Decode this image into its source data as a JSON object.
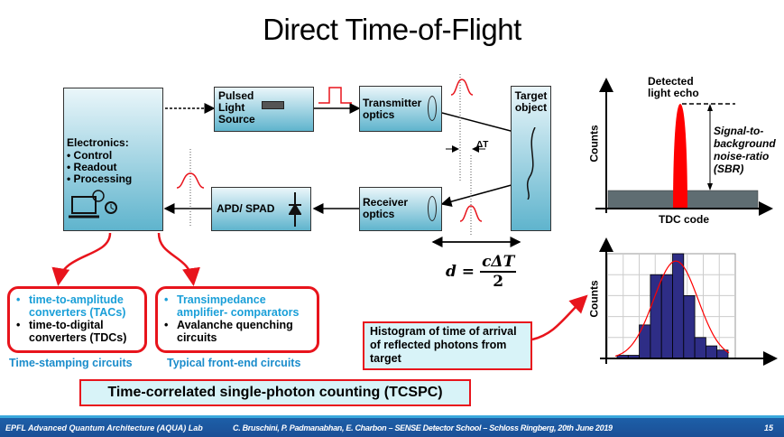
{
  "title": "Direct Time-of-Flight",
  "blocks": {
    "electronics_heading": "Electronics:",
    "electronics_items": [
      "Control",
      "Readout",
      "Processing"
    ],
    "pulsed_light_source": "Pulsed Light Source",
    "transmitter_optics": "Transmitter optics",
    "target_object": "Target object",
    "apd_spad": "APD/ SPAD",
    "receiver_optics": "Receiver optics",
    "delta_t": "ΔT"
  },
  "formula": {
    "lhs": "d =",
    "numerator": "cΔT",
    "denominator": "2"
  },
  "sbr_chart": {
    "annotation_peak": "Detected light echo",
    "annotation_sbr": "Signal-to-background noise-ratio (SBR)",
    "ylabel": "Counts",
    "xlabel": "TDC code"
  },
  "chart_data": {
    "type": "bar",
    "ylabel": "Counts",
    "xlabel": "",
    "values": [
      0.15,
      0.15,
      1.6,
      4,
      4,
      5,
      3,
      1,
      0.6,
      0.4
    ],
    "ylim": [
      0,
      5
    ],
    "fit": "gaussian",
    "grid": true
  },
  "timestamping": {
    "items": [
      {
        "text": "time-to-amplitude converters (TACs)",
        "highlight": true
      },
      {
        "text": "time-to-digital converters (TDCs)",
        "highlight": false
      }
    ],
    "caption": "Time-stamping circuits"
  },
  "frontend": {
    "items": [
      {
        "text": "Transimpedance amplifier- comparators",
        "highlight": true
      },
      {
        "text": "Avalanche quenching circuits",
        "highlight": false
      }
    ],
    "caption": "Typical front-end circuits"
  },
  "histogram_note": "Histogram of time of arrival of reflected photons from target",
  "tcspc": "Time-correlated single-photon counting (TCSPC)",
  "footer": {
    "lab": "EPFL Advanced Quantum Architecture (AQUA) Lab",
    "authors": "C. Bruschini, P. Padmanabhan, E. Charbon – SENSE Detector School – Schloss Ringberg, 20th June 2019",
    "page": "15"
  },
  "colors": {
    "accent_red": "#e8141c",
    "caption_blue": "#1a8ccb",
    "bar": "#2e2d86",
    "footer": "#1d5fa8"
  }
}
